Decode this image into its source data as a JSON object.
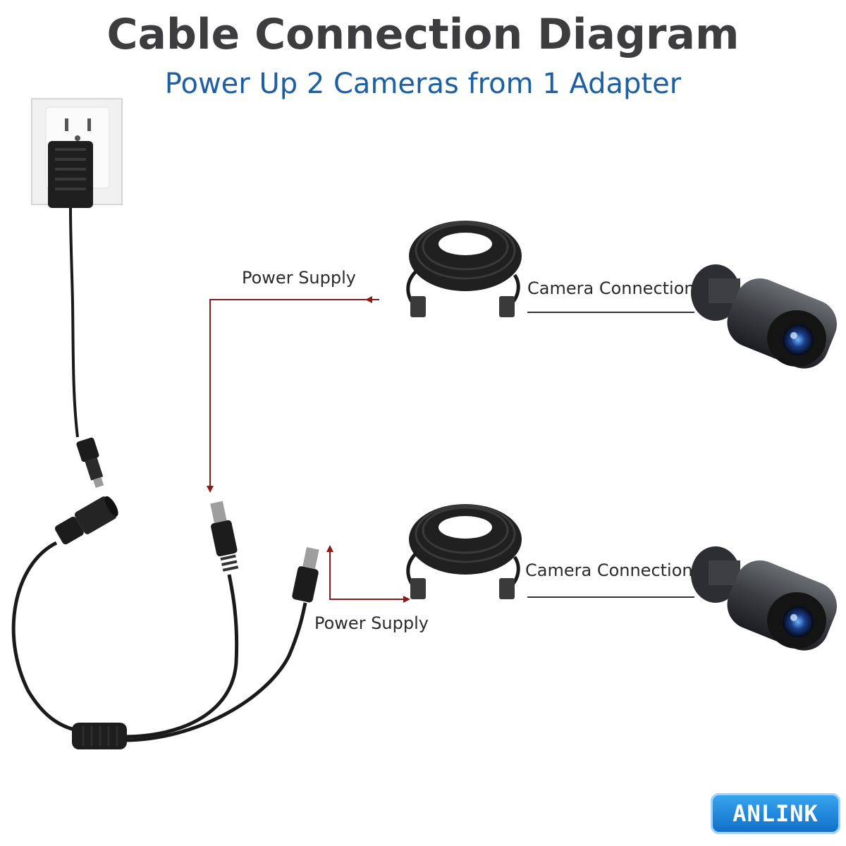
{
  "header": {
    "title": "Cable Connection Diagram",
    "subtitle": "Power Up 2 Cameras from 1 Adapter"
  },
  "labels": {
    "power_supply_top": "Power Supply",
    "camera_connection_top": "Camera Connection",
    "camera_connection_bottom": "Camera Connection",
    "power_supply_bottom": "Power Supply"
  },
  "logo": {
    "text": "ANLINK"
  },
  "colors": {
    "title": "#3d3d3f",
    "subtitle": "#1d5fa3",
    "arrow": "#8b1a1a",
    "cable": "#1a1a1a",
    "logo_bg": "#1a7fdc"
  }
}
